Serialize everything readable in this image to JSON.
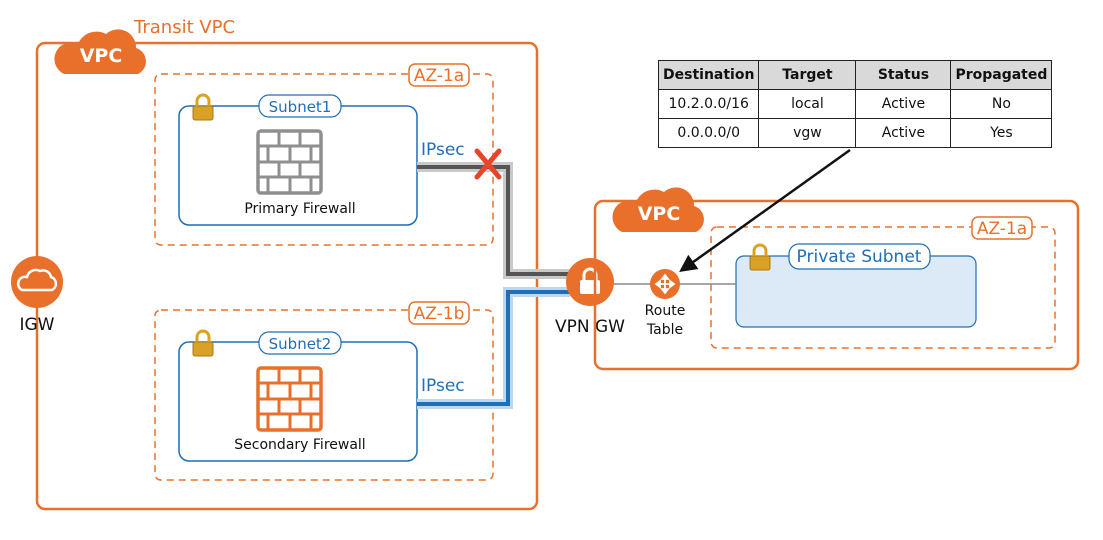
{
  "transit_vpc": {
    "title": "Transit VPC",
    "badge": "VPC"
  },
  "az1a": {
    "label": "AZ-1a",
    "subnet": "Subnet1",
    "firewall": "Primary Firewall",
    "tunnel": "IPsec"
  },
  "az1b": {
    "label": "AZ-1b",
    "subnet": "Subnet2",
    "firewall": "Secondary Firewall",
    "tunnel": "IPsec"
  },
  "igw": {
    "label": "IGW"
  },
  "vpn_gw": {
    "label": "VPN GW"
  },
  "route_table": {
    "label_line1": "Route",
    "label_line2": "Table",
    "headers": [
      "Destination",
      "Target",
      "Status",
      "Propagated"
    ],
    "rows": [
      [
        "10.2.0.0/16",
        "local",
        "Active",
        "No"
      ],
      [
        "0.0.0.0/0",
        "vgw",
        "Active",
        "Yes"
      ]
    ]
  },
  "spoke_vpc": {
    "badge": "VPC",
    "az_label": "AZ-1a",
    "subnet": "Private Subnet"
  },
  "colors": {
    "aws_orange": "#E8702A",
    "subnet_blue": "#1F6FB5",
    "tunnel_failed": "#8a8a8a",
    "tunnel_active": "#1F6FB5",
    "failure_x": "#E8442A",
    "private_subnet_fill": "#DCE9F7"
  },
  "icons": {
    "vpc_badge": "cloud-icon",
    "subnet_lock": "lock-icon",
    "firewall": "brick-wall-icon",
    "igw": "cloud-icon",
    "vpn_gw": "lock-icon",
    "router": "router-icon",
    "failure": "x-mark-icon"
  }
}
